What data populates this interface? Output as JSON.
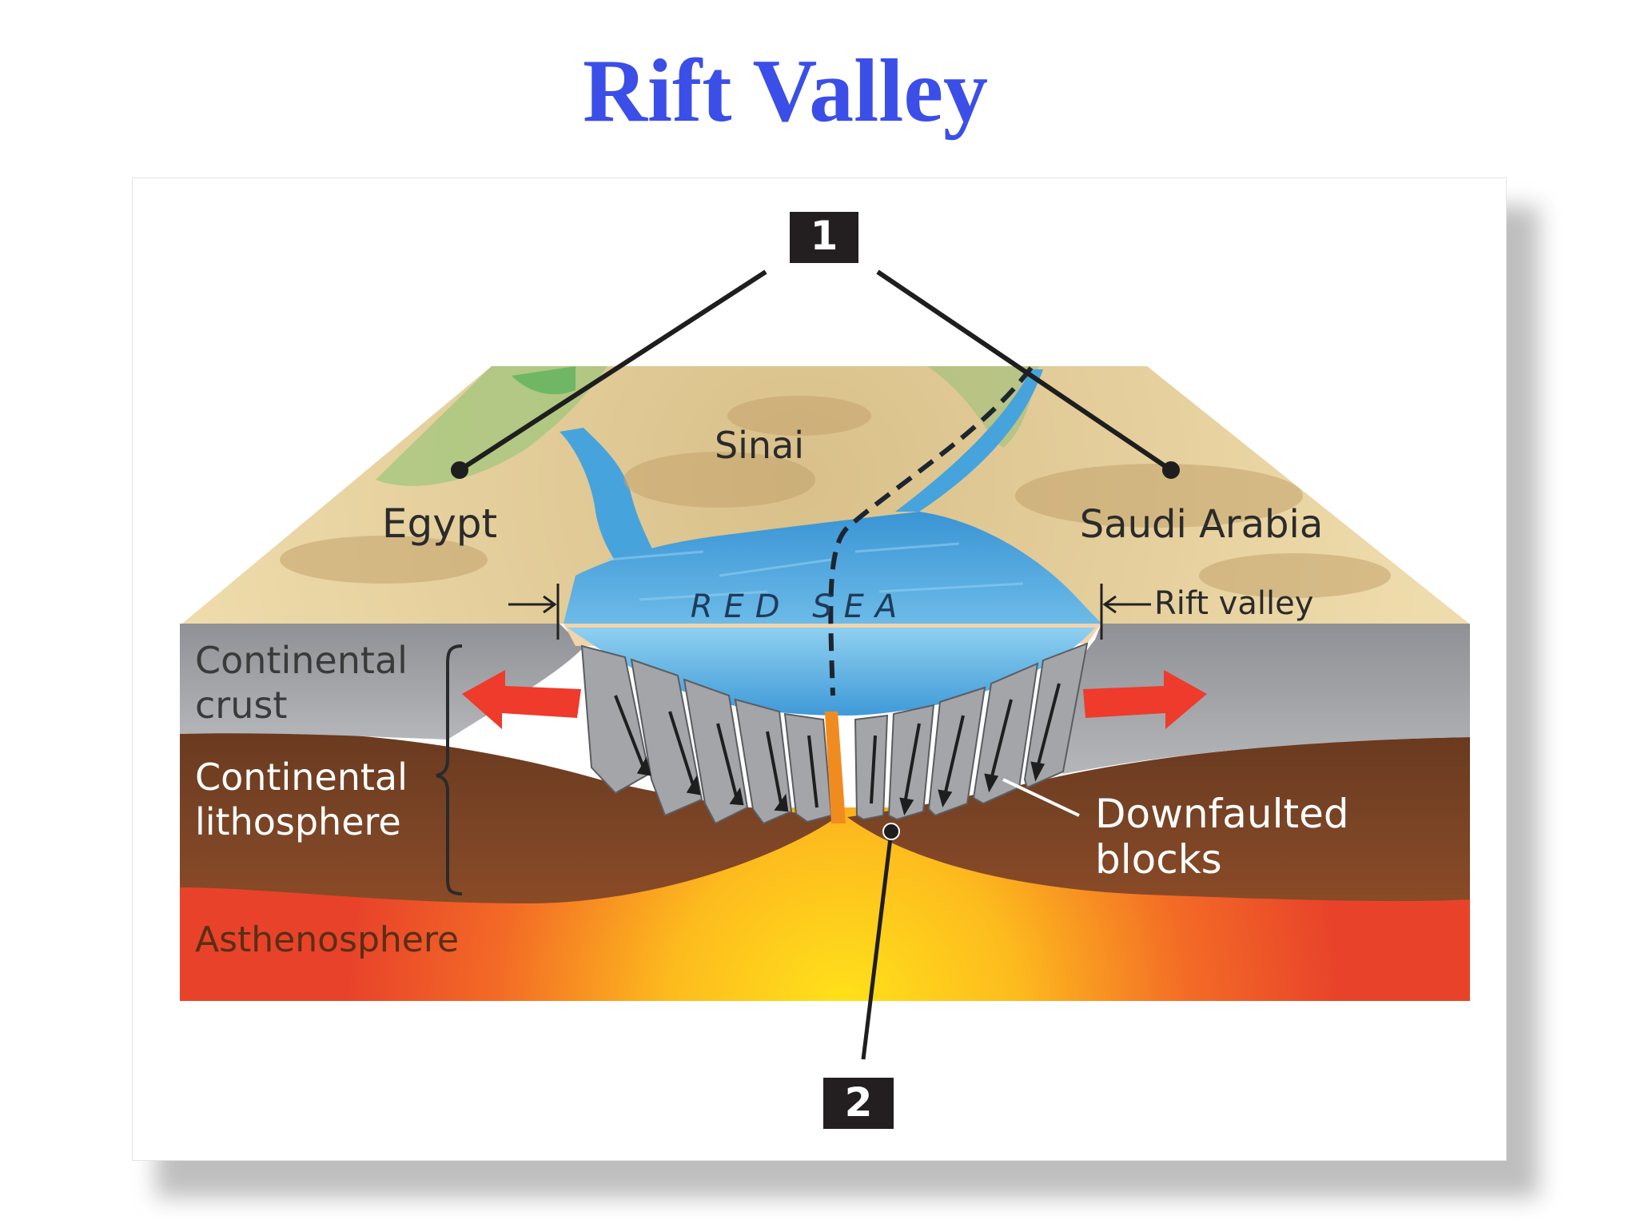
{
  "title": "Rift Valley",
  "labels": {
    "marker_1": "1",
    "marker_2": "2",
    "sinai": "Sinai",
    "egypt": "Egypt",
    "saudi_arabia": "Saudi Arabia",
    "red_sea": "RED SEA",
    "rift_valley": "Rift valley",
    "continental_crust_line1": "Continental",
    "continental_crust_line2": "crust",
    "continental_lithosphere_line1": "Continental",
    "continental_lithosphere_line2": "lithosphere",
    "asthenosphere": "Asthenosphere",
    "downfaulted_line1": "Downfaulted",
    "downfaulted_line2": "blocks"
  },
  "colors": {
    "title": "#3b4ee8",
    "land": "#e6cf98",
    "sea": "#4aa6de",
    "crust": "#a9abae",
    "lithosphere": "#7a4424",
    "asthenosphere_outer": "#e8432a",
    "asthenosphere_core": "#ffe21a",
    "arrow": "#ee3b2b",
    "marker_box": "#231f20"
  }
}
